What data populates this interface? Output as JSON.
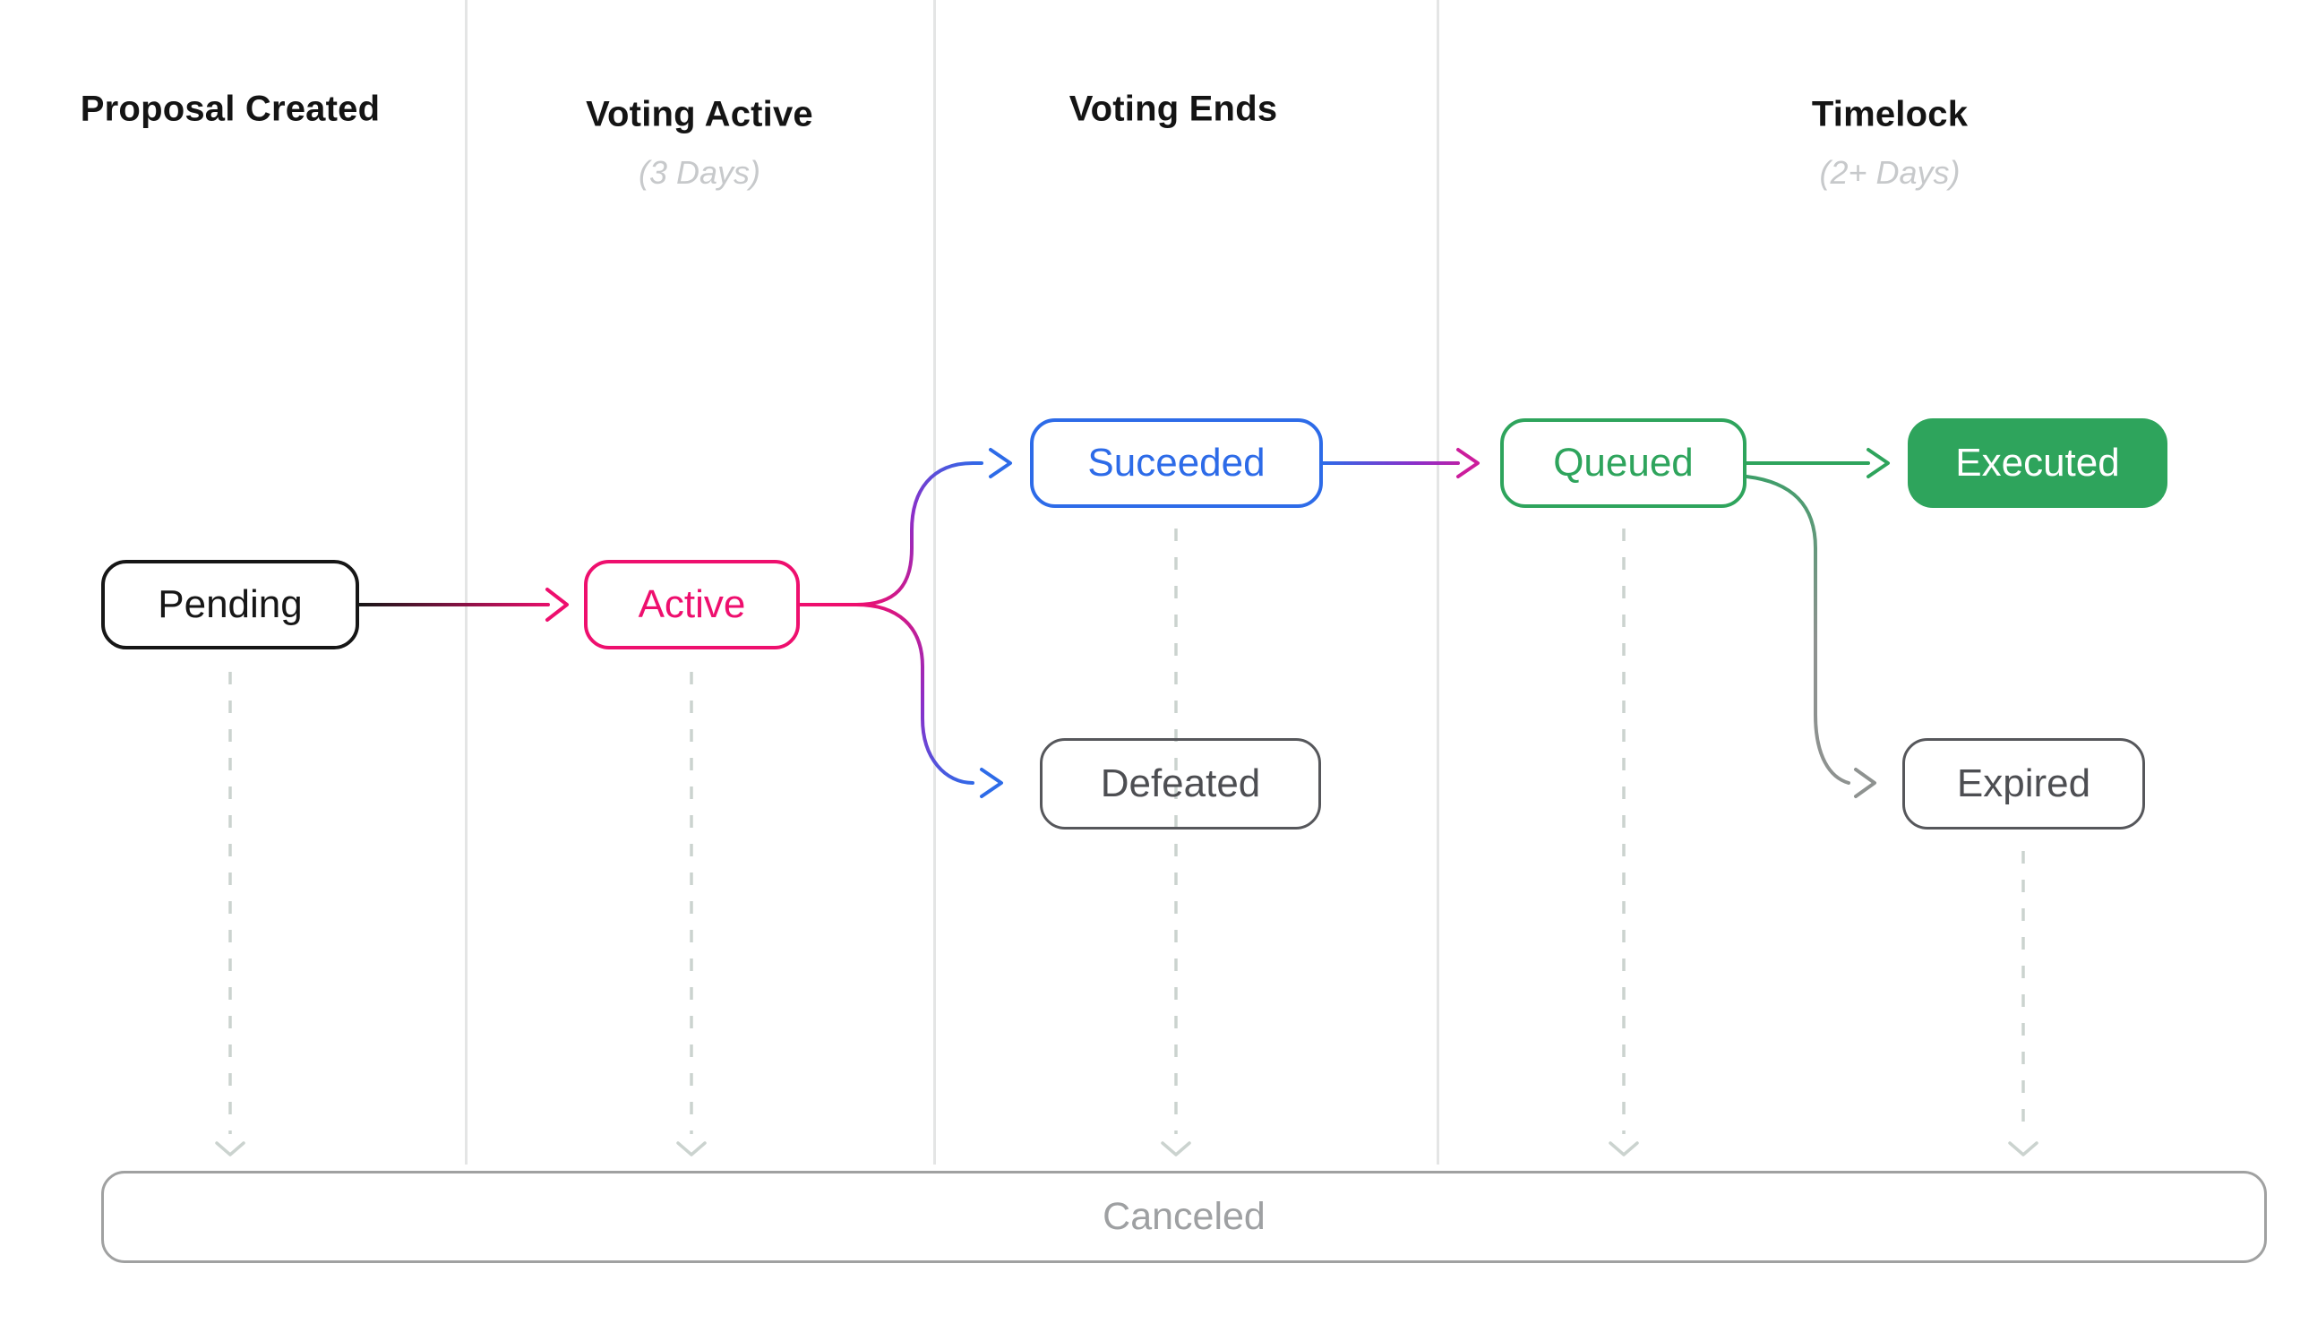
{
  "columns": [
    {
      "title": "Proposal Created",
      "subtitle": ""
    },
    {
      "title": "Voting Active",
      "subtitle": "(3 Days)"
    },
    {
      "title": "Voting Ends",
      "subtitle": ""
    },
    {
      "title": "Timelock",
      "subtitle": "(2+ Days)"
    }
  ],
  "nodes": {
    "pending": {
      "label": "Pending"
    },
    "active": {
      "label": "Active"
    },
    "succeeded": {
      "label": "Suceeded"
    },
    "defeated": {
      "label": "Defeated"
    },
    "queued": {
      "label": "Queued"
    },
    "executed": {
      "label": "Executed"
    },
    "expired": {
      "label": "Expired"
    }
  },
  "canceled": {
    "label": "Canceled"
  },
  "colors": {
    "black": "#161616",
    "pink": "#EE0F6E",
    "magenta": "#CC1D9C",
    "purple": "#8B2FC9",
    "blue": "#2D6BE8",
    "green": "#2EA45C",
    "gray_node": "#56575B",
    "gray_node_text": "#4D4E52",
    "gray_arrow": "#8E9290",
    "dashed": "#CBD3CF",
    "separator": "#E4E5E5",
    "canceled_border": "#A0A1A1",
    "canceled_text": "#9EA0A2",
    "subtitle": "#C7C9CB"
  }
}
